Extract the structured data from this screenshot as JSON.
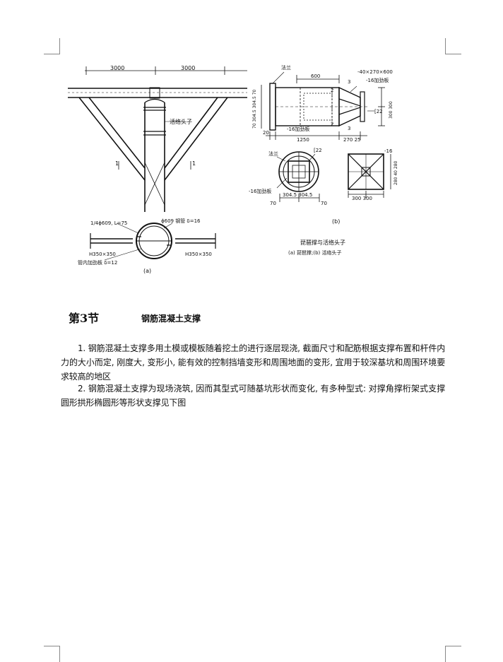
{
  "figure": {
    "dim_left": "3000",
    "dim_right": "3000",
    "label_huojie": "活络头子",
    "marker_1_left": "1",
    "marker_1_right": "1",
    "label_pipe_stiffener": "1/4ϕ609, L=75",
    "label_steel_pipe": "ϕ609 钢管 δ=16",
    "label_h_left": "H350×350",
    "label_h_right": "H350×350",
    "label_inner_plate": "管内加劲板 δ=12",
    "caption_a": "(a)",
    "label_flange_top": "法兰",
    "dim_600": "600",
    "dim_plate": "-40×270×600",
    "label_stiffener_16": "-16加劲板",
    "marker_2_top": "2",
    "marker_3_top": "3",
    "dim_vertical_left": "70 304.5 304.5 70",
    "dim_vertical_right": "300 300",
    "label_channel_22": "[22",
    "marker_2_bottom": "2",
    "marker_3_bottom": "3",
    "label_stiffener_16_b": "-16加劲板",
    "dim_20": "20",
    "dim_1250": "1250",
    "dim_270_25": "270 25",
    "label_flange_2": "法兰",
    "label_channel_22b": "[22",
    "label_stiffener_16_c": "-16加劲板",
    "dim_bottom_circle": "304.5 304.5",
    "dim_70_left": "70",
    "dim_70_right": "70",
    "caption_b": "(b)",
    "dim_minus16": "-16",
    "dim_280_40_280": "280 40 280",
    "dim_300_300": "300 300",
    "caption_main": "琵琶撑与活络头子",
    "caption_sub": "(a) 琵琶撑;(b) 活络头子"
  },
  "section": {
    "number": "第3节",
    "title": "钢筋混凝土支撑"
  },
  "paragraphs": [
    "1. 钢筋混凝土支撑多用土模或模板随着挖土的进行逐层现浇, 截面尺寸和配筋根据支撑布置和杆件内力的大小而定, 刚度大, 变形小, 能有效的控制挡墙变形和周围地面的变形, 宜用于较深基坑和周围环境要求较高的地区",
    "2. 钢筋混凝土支撑为现场浇筑, 因而其型式可随基坑形状而变化, 有多种型式: 对撑角撑桁架式支撑圆形拱形椭圆形等形状支撑见下图"
  ]
}
